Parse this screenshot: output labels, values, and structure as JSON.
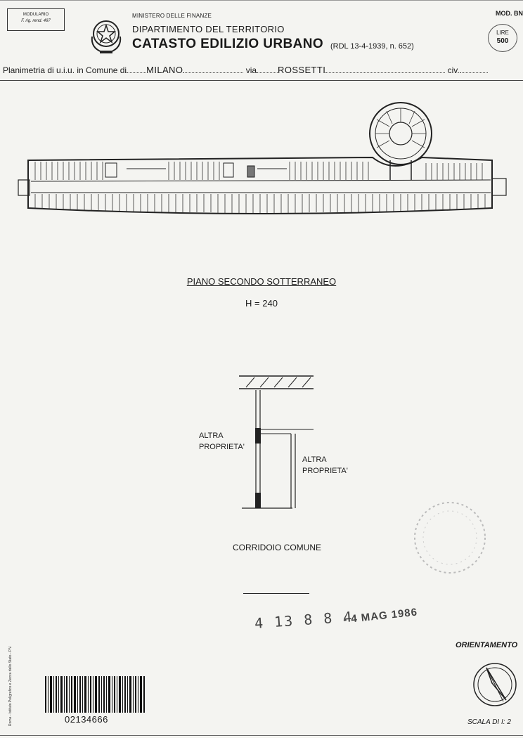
{
  "header": {
    "modulario_line1": "MODULARIO",
    "modulario_line2": "F. rig. rend. 497",
    "ministry": "MINISTERO DELLE FINANZE",
    "department": "DIPARTIMENTO DEL TERRITORIO",
    "title": "CATASTO EDILIZIO URBANO",
    "law_ref": "(RDL 13-4-1939, n. 652)",
    "mod_label": "MOD. BN",
    "lire_label": "LIRE",
    "lire_value": "500"
  },
  "plan_line": {
    "prefix": "Planimetria di u.i.u. in Comune di",
    "comune": "MILANO",
    "via_label": "via",
    "via": "ROSSETTI",
    "civ_label": "civ."
  },
  "drawing": {
    "floor_title": "PIANO SECONDO SOTTERRANEO",
    "height": "H = 240",
    "label_left": "ALTRA PROPRIETA'",
    "label_right": "ALTRA PROPRIETA'",
    "corridor": "CORRIDOIO COMUNE"
  },
  "stamp": {
    "number": "4 13 8 8 4",
    "date": "- 4 MAG 1986"
  },
  "footer": {
    "orientation_label": "ORIENTAMENTO",
    "scale_label": "SCALA DI I: 2",
    "barcode_number": "02134666",
    "side_print": "Roma - Istituto Poligrafico e Zecca dello Stato - P.V."
  }
}
